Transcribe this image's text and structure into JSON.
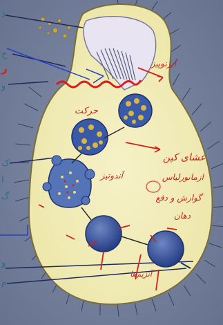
{
  "side_labels": {
    "l1": "ذ",
    "l2": "ح",
    "l2b": "ر",
    "l3": "و",
    "l4": "ک",
    "l5": "ا",
    "l6": "گ",
    "l7": "و",
    "l8": "م"
  },
  "handwriting": {
    "h1": "آبزنوپیز",
    "h2": "حرکت",
    "h3": "عشای کپن",
    "h4": "ازمانورلیاس",
    "h5": "گوارش و دفع",
    "h6": "دهان",
    "h7": "آندوتیز",
    "h8": "آنزیم‌ها"
  }
}
